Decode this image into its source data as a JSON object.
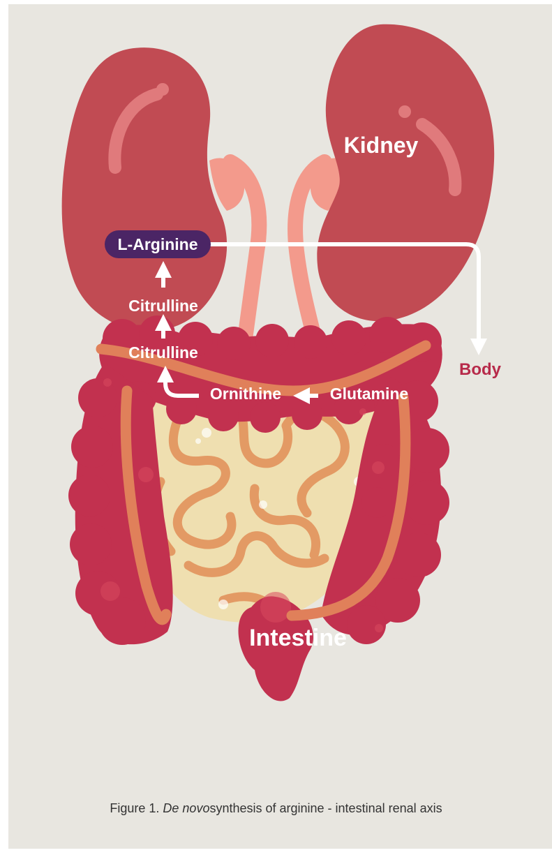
{
  "labels": {
    "kidney": "Kidney",
    "l_arginine": "L-Arginine",
    "citrulline_upper": "Citrulline",
    "citrulline_lower": "Citrulline",
    "ornithine": "Ornithine",
    "glutamine": "Glutamine",
    "body": "Body",
    "intestine": "Intestine"
  },
  "caption": {
    "prefix": "Figure 1. ",
    "italic": "De  novo",
    "suffix": "synthesis of arginine - intestinal renal axis"
  },
  "colors": {
    "background": "#e8e6e0",
    "kidney": "#c14b53",
    "kidney_highlight": "#e07a7c",
    "ureter": "#f39a8c",
    "intestine": "#c2314f",
    "intestine_band": "#e0805a",
    "small_intestine": "#efdfb0",
    "small_intestine_loops": "#e39a64",
    "arginine_badge": "#4b2565",
    "body_text": "#b72a4a",
    "arrows": "#ffffff"
  }
}
